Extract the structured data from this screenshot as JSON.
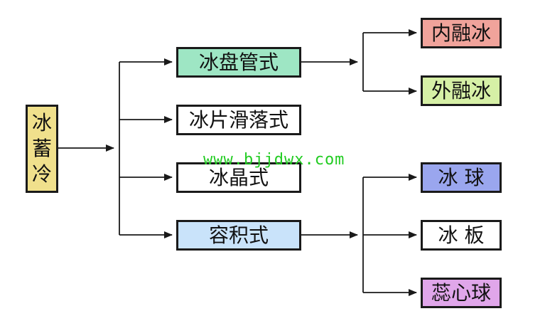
{
  "root": {
    "chars": [
      "冰",
      "蓄",
      "冷"
    ],
    "color": "#f0e08c"
  },
  "level1": [
    {
      "label": "冰盘管式",
      "color": "#9ee6c4"
    },
    {
      "label": "冰片滑落式",
      "color": "#ffffff"
    },
    {
      "label": "冰晶式",
      "color": "#ffffff"
    },
    {
      "label": "容积式",
      "color": "#c9e3fa"
    }
  ],
  "level2_coil": [
    {
      "label": "内融冰",
      "color": "#f0a39b"
    },
    {
      "label": "外融冰",
      "color": "#d6f0a6"
    }
  ],
  "level2_volume": [
    {
      "label": "冰 球",
      "color": "#9aa6ee"
    },
    {
      "label": "冰 板",
      "color": "#ffffff"
    },
    {
      "label": "蕊心球",
      "color": "#e0a6ea"
    }
  ],
  "watermark": "www.bjjdwx.com"
}
